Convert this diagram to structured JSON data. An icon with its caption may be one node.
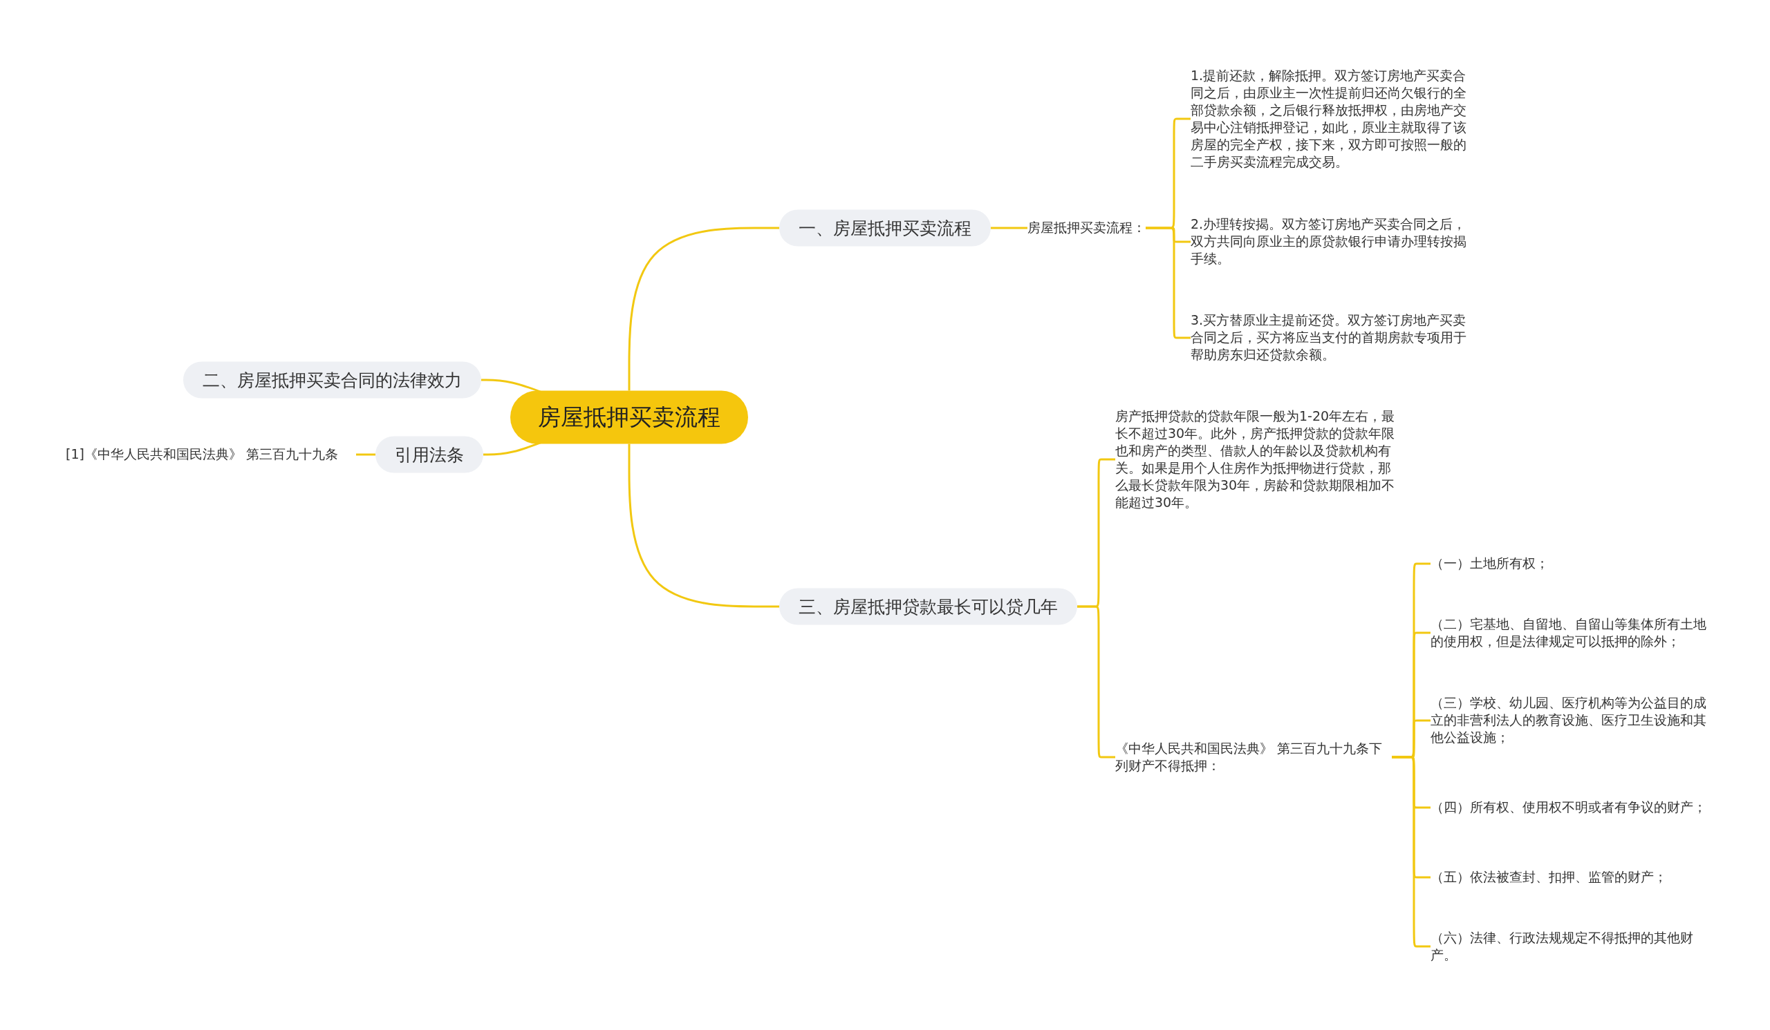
{
  "diagram": {
    "nodes": [
      {
        "text": [
          "房屋抵押买卖流程"
        ]
      },
      {
        "text": [
          "一、房屋抵押买卖流程"
        ]
      },
      {
        "text": [
          "房屋抵押买卖流程："
        ]
      },
      {
        "text": [
          "1.提前还款，解除抵押。双方签订房地产买卖合同之后，由原业主一次性提前归还尚欠银行的全部贷款余额，之后银行释放抵押权，由房地产交易中心注销抵押登记，如此，原业主就取得了该房屋的完全产权，接下来，双方即可按照一般的二手房买卖流程完成交易。"
        ]
      },
      {
        "text": [
          "2.办理转按揭。双方签订房地产买卖合同之后，双方共同向原业主的原贷款银行申请办理转按揭手续。"
        ]
      },
      {
        "text": [
          "3.买方替原业主提前还贷。双方签订房地产买卖合同之后，买方将应当支付的首期房款专项用于帮助房东归还贷款余额。"
        ]
      },
      {
        "text": [
          "二、房屋抵押买卖合同的法律效力"
        ]
      },
      {
        "text": [
          "引用法条"
        ]
      },
      {
        "text": [
          "[1]《中华人民共和国民法典》 第三百九十九条"
        ]
      },
      {
        "text": [
          "三、房屋抵押贷款最长可以贷几年"
        ]
      },
      {
        "text": [
          "房产抵押贷款的贷款年限一般为1-20年左右，最长不超过30年。此外，房产抵押贷款的贷款年限也和房产的类型、借款人的年龄以及贷款机构有关。如果是用个人住房作为抵押物进行贷款，那么最长贷款年限为30年，房龄和贷款期限相加不能超过30年。"
        ]
      },
      {
        "text": [
          "《中华人民共和国民法典》 第三百九十九条下列财产不得抵押："
        ]
      },
      {
        "text": [
          "（一）土地所有权；"
        ]
      },
      {
        "text": [
          "（二）宅基地、自留地、自留山等集体所有土地的使用权，但是法律规定可以抵押的除外；"
        ]
      },
      {
        "text": [
          "（三）学校、幼儿园、医疗机构等为公益目的成立的非营利法人的教育设施、医疗卫生设施和其他公益设施；"
        ]
      },
      {
        "text": [
          "（四）所有权、使用权不明或者有争议的财产；"
        ]
      },
      {
        "text": [
          "（五）依法被查封、扣押、监管的财产；"
        ]
      },
      {
        "text": [
          "（六）法律、行政法规规定不得抵押的其他财产。"
        ]
      }
    ],
    "edges": [
      {
        "from": 0,
        "to": 1,
        "arrow": "none"
      },
      {
        "from": 0,
        "to": 6,
        "arrow": "none"
      },
      {
        "from": 0,
        "to": 7,
        "arrow": "none"
      },
      {
        "from": 0,
        "to": 9,
        "arrow": "none"
      },
      {
        "from": 1,
        "to": 2,
        "arrow": "none"
      },
      {
        "from": 2,
        "to": 3,
        "arrow": "none"
      },
      {
        "from": 2,
        "to": 4,
        "arrow": "none"
      },
      {
        "from": 2,
        "to": 5,
        "arrow": "none"
      },
      {
        "from": 7,
        "to": 8,
        "arrow": "none"
      },
      {
        "from": 9,
        "to": 10,
        "arrow": "none"
      },
      {
        "from": 9,
        "to": 11,
        "arrow": "none"
      },
      {
        "from": 11,
        "to": 12,
        "arrow": "none"
      },
      {
        "from": 11,
        "to": 13,
        "arrow": "none"
      },
      {
        "from": 11,
        "to": 14,
        "arrow": "none"
      },
      {
        "from": 11,
        "to": 15,
        "arrow": "none"
      },
      {
        "from": 11,
        "to": 16,
        "arrow": "none"
      },
      {
        "from": 11,
        "to": 17,
        "arrow": "none"
      }
    ]
  }
}
